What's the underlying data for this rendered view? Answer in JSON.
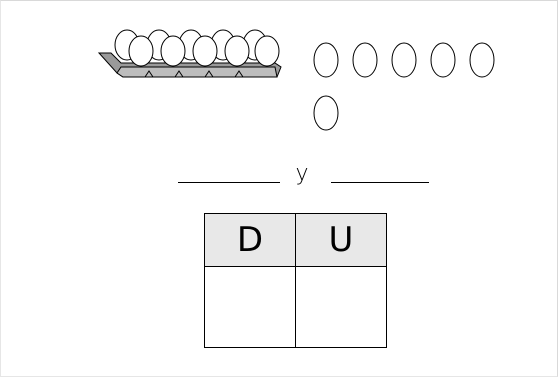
{
  "worksheet": {
    "connector_word": "y",
    "place_value_table": {
      "headers": [
        "D",
        "U"
      ],
      "answers": [
        "",
        ""
      ]
    }
  },
  "illustration": {
    "tray_egg_count": 10,
    "loose_egg_count": 6,
    "colors": {
      "egg_fill": "#ffffff",
      "egg_outline": "#000000",
      "tray_fill": "#9a9a9a",
      "header_fill": "#e8e8e8"
    }
  }
}
